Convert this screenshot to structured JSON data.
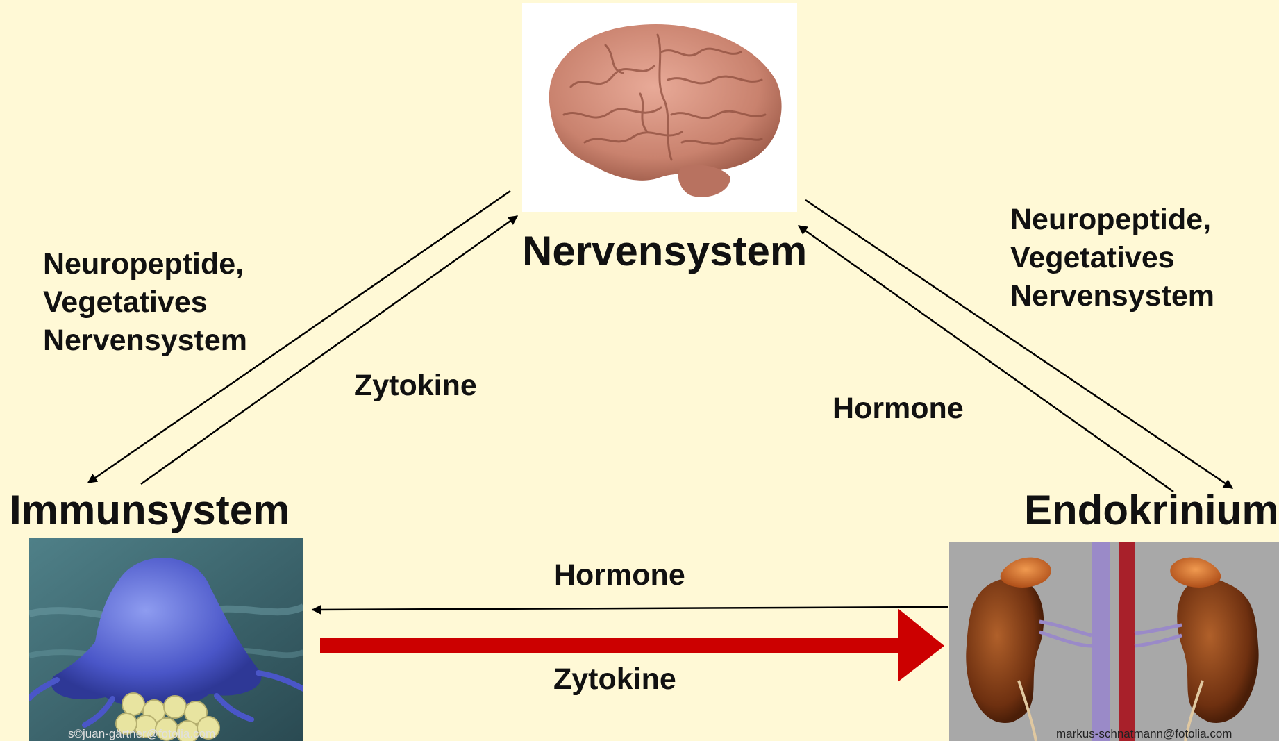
{
  "nodes": {
    "nervous": {
      "title": "Nervensystem"
    },
    "immune": {
      "title": "Immunsystem",
      "credit": "s©juan-gärtner@fotolia.com"
    },
    "endocrine": {
      "title": "Endokrinium",
      "credit": "markus-schnatmann@fotolia.com"
    }
  },
  "edge_labels": {
    "nerve_to_immune": [
      "Neuropeptide,",
      "Vegetatives",
      "Nervensystem"
    ],
    "immune_to_nerve": "Zytokine",
    "nerve_to_endocrine": [
      "Neuropeptide,",
      "Vegetatives",
      "Nervensystem"
    ],
    "endocrine_to_nerve": "Hormone",
    "endocrine_to_immune": "Hormone",
    "immune_to_endocrine": "Zytokine"
  },
  "colors": {
    "background": "#fff9d6",
    "emphasis_arrow": "#cc0000",
    "arrow": "#000000"
  },
  "icons": {
    "nervous": "brain-photo",
    "immune": "macrophage-photo",
    "endocrine": "kidneys-adrenal-glands-photo"
  }
}
